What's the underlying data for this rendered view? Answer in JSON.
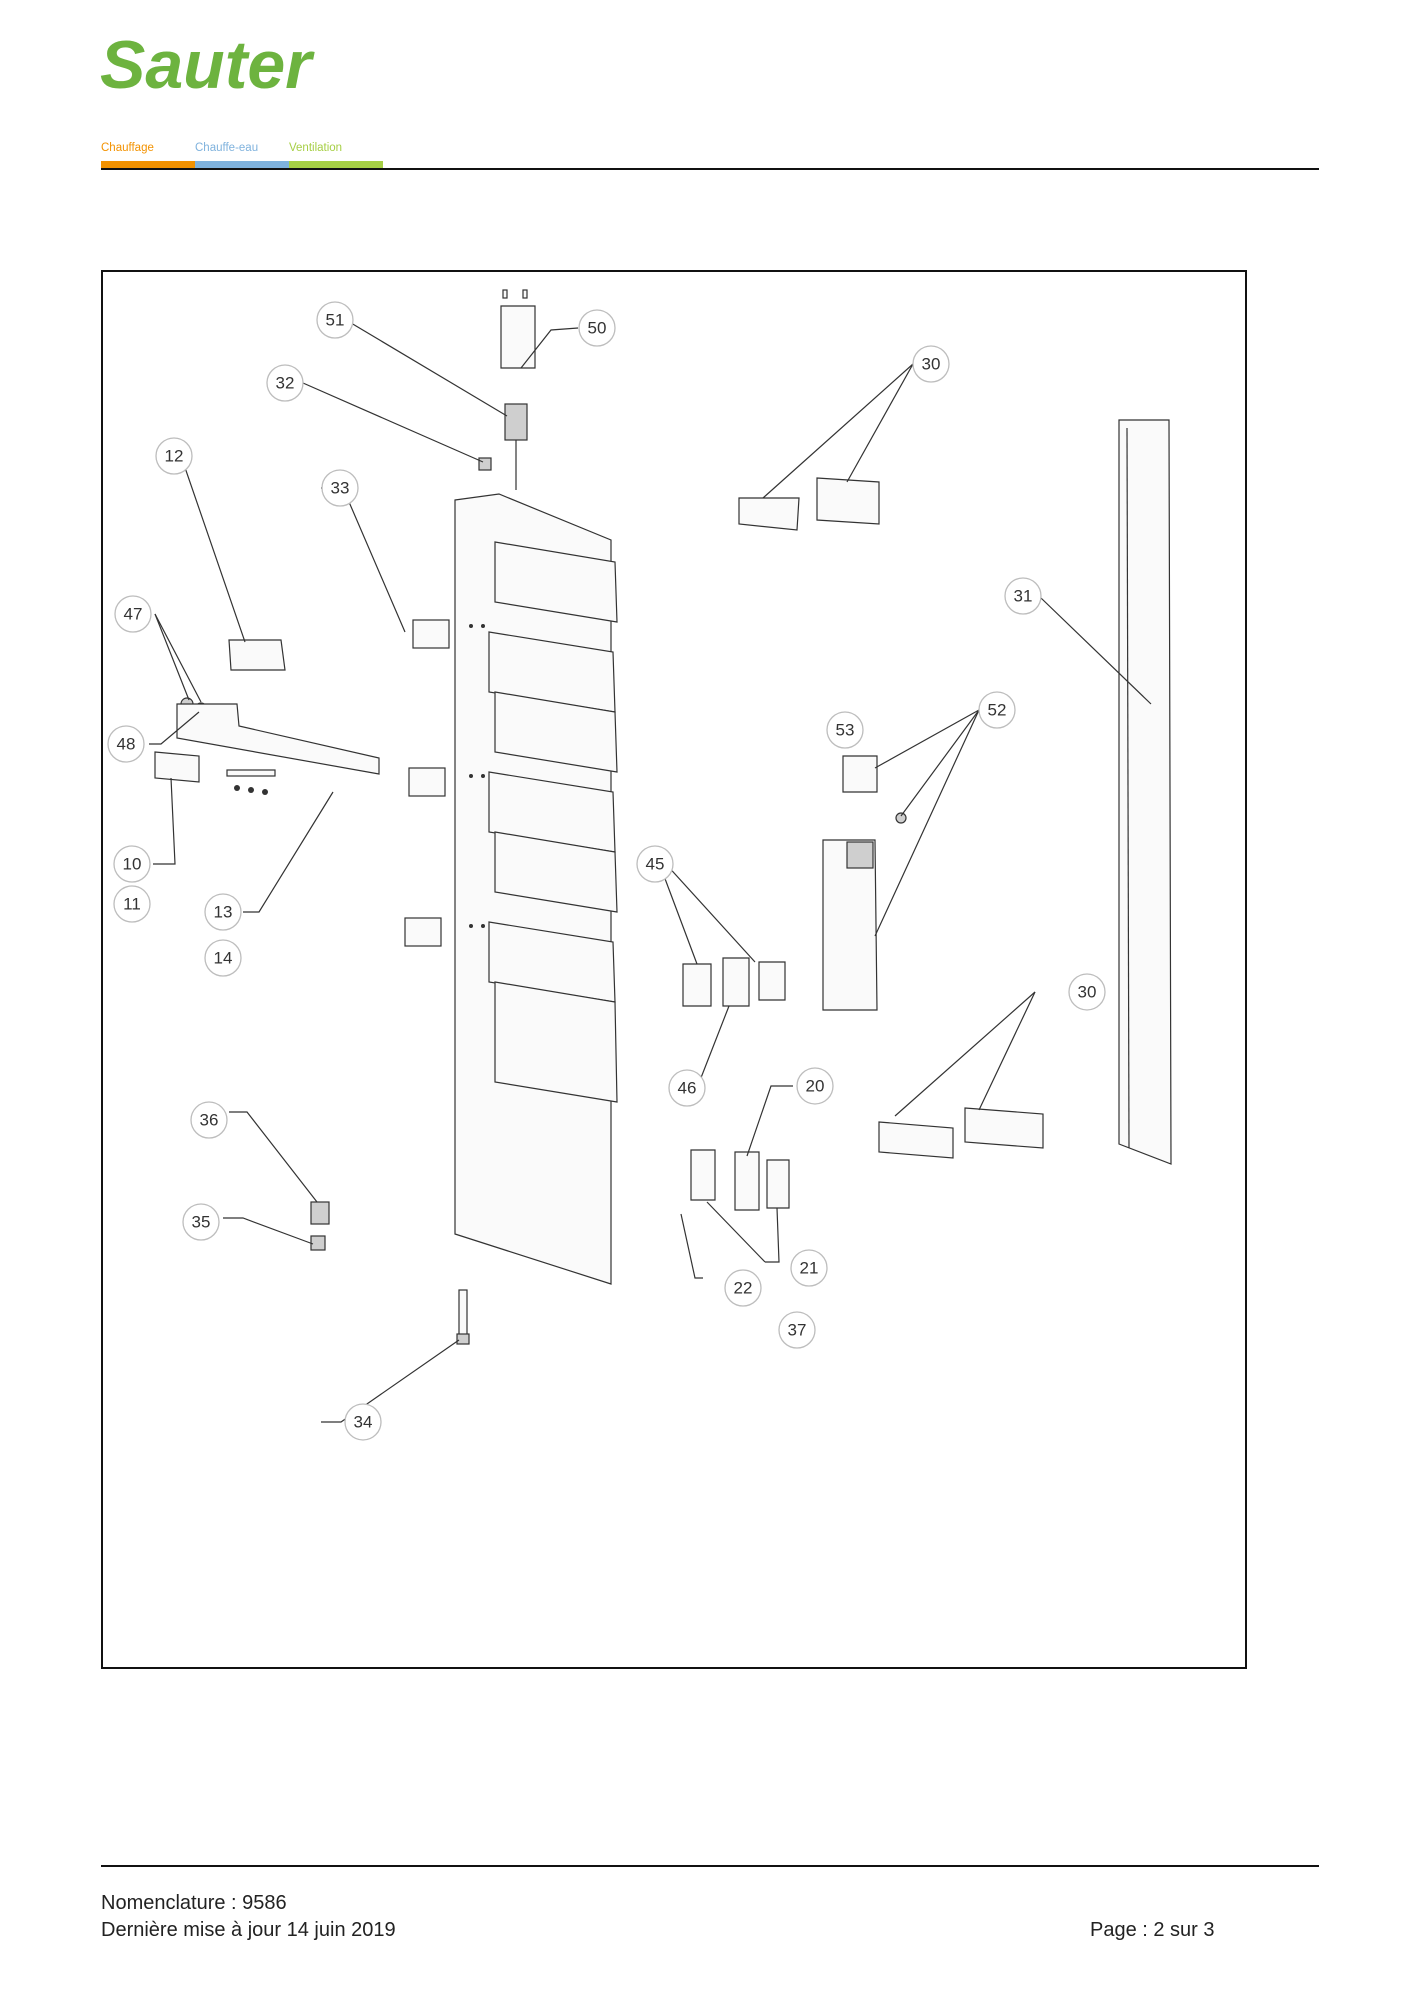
{
  "header": {
    "brand": "Sauter",
    "categories": [
      {
        "label": "Chauffage",
        "color": "#f39200"
      },
      {
        "label": "Chauffe-eau",
        "color": "#7fb2dd"
      },
      {
        "label": "Ventilation",
        "color": "#a6cf45"
      }
    ],
    "brand_color": "#6db33f"
  },
  "diagram": {
    "callouts": {
      "c51": "51",
      "c50": "50",
      "c32": "32",
      "c30a": "30",
      "c12": "12",
      "c33": "33",
      "c31": "31",
      "c47": "47",
      "c48": "48",
      "c52": "52",
      "c53": "53",
      "c10": "10",
      "c11": "11",
      "c13": "13",
      "c14": "14",
      "c45": "45",
      "c30b": "30",
      "c46": "46",
      "c20": "20",
      "c36": "36",
      "c35": "35",
      "c21": "21",
      "c22": "22",
      "c37": "37",
      "c34": "34"
    }
  },
  "footer": {
    "nomenclature": "Nomenclature : 9586",
    "update": "Dernière mise à jour 14 juin 2019",
    "page": "Page : 2 sur 3"
  }
}
